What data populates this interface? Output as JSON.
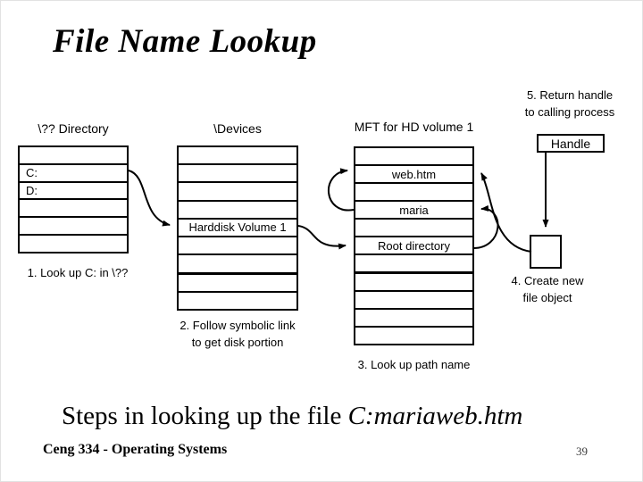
{
  "slide": {
    "title": "File Name Lookup",
    "caption": {
      "regular": "Steps in looking up the file ",
      "italic": "C:mariaweb.htm"
    },
    "footer": "Ceng 334 - Operating Systems",
    "page_number": "39"
  },
  "diagram": {
    "qq_directory": {
      "label": "\\?? Directory",
      "rows": [
        "",
        "C:",
        "D:",
        "",
        "",
        ""
      ],
      "step": "1. Look up C: in \\??"
    },
    "devices": {
      "label": "\\Devices",
      "rows": [
        "",
        "",
        "",
        "",
        "Harddisk Volume 1",
        "",
        "",
        "",
        ""
      ],
      "step_line1": "2. Follow symbolic link",
      "step_line2": "to get disk portion"
    },
    "mft": {
      "label": "MFT for HD volume 1",
      "rows": [
        "",
        "web.htm",
        "",
        "maria",
        "",
        "Root directory",
        "",
        "",
        "",
        "",
        ""
      ],
      "step": "3. Look up path name"
    },
    "handle_box": {
      "label": "Handle",
      "step_line1": "5. Return handle",
      "step_line2": "to calling process"
    },
    "file_object": {
      "step_line1": "4. Create new",
      "step_line2": "file object"
    }
  }
}
